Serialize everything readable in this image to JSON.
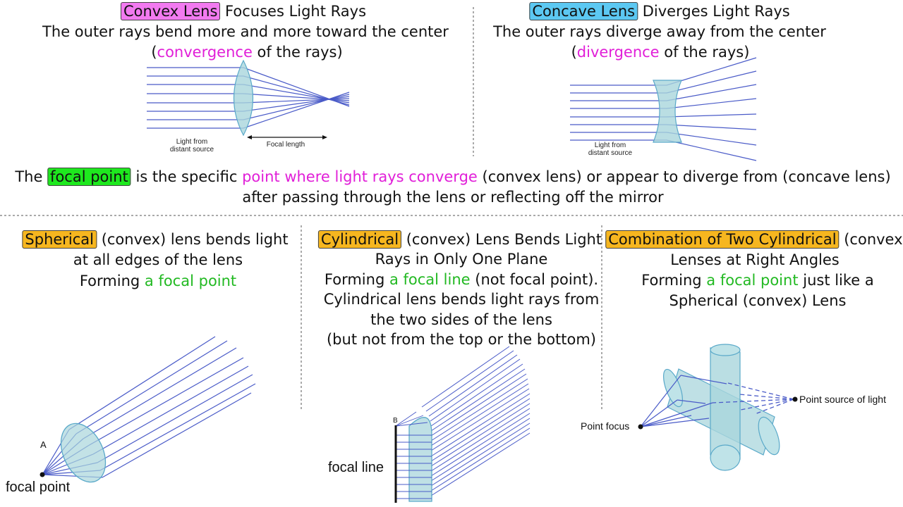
{
  "top_left": {
    "title_tag": "Convex Lens",
    "title_rest": " Focuses Light Rays",
    "line2": "The outer rays bend more and more toward the center",
    "line3_open": "(",
    "line3_hl": "convergence",
    "line3_rest": " of the rays)",
    "source_label_1": "Light from",
    "source_label_2": "distant source",
    "focal_length_label": "Focal length"
  },
  "top_right": {
    "title_tag": "Concave Lens",
    "title_rest": " Diverges Light Rays",
    "line2": "The outer rays diverge away from the center",
    "line3_open": "(",
    "line3_hl": "divergence",
    "line3_rest": " of the rays)",
    "source_label_1": "Light from",
    "source_label_2": "distant source"
  },
  "definition": {
    "pre": "The ",
    "tag": "focal point",
    "mid": " is the specific ",
    "hl": "point where light rays converge",
    "post": " (convex lens) or appear to diverge from (concave lens)",
    "line2": "after passing through the lens or reflecting off the mirror"
  },
  "bottom_left": {
    "tag": "Spherical",
    "rest": " (convex) lens bends light",
    "line2": "at all edges of the lens",
    "line3_pre": "Forming ",
    "line3_hl": "a focal point",
    "point_label": "A",
    "focal_label": "focal point"
  },
  "bottom_mid": {
    "tag": "Cylindrical",
    "rest": " (convex) Lens Bends Light",
    "line2": "Rays in Only One Plane",
    "line3_pre": "Forming ",
    "line3_hl": "a focal line",
    "line3_post": " (not focal point).",
    "line4": "Cylindrical lens bends light rays from",
    "line5": "the two sides of the lens",
    "line6": "(but not from the top or the bottom)",
    "point_label": "B",
    "focal_label": "focal line"
  },
  "bottom_right": {
    "tag": "Combination of Two Cylindrical",
    "rest": " (convex)",
    "line2": "Lenses at Right Angles",
    "line3_pre": "Forming ",
    "line3_hl": "a focal point",
    "line3_post": " just like a",
    "line4": "Spherical (convex) Lens",
    "source_label": "Point source of light",
    "focus_label": "Point focus"
  },
  "colors": {
    "pink_tag": "#f27af0",
    "blue_tag": "#5cc8f2",
    "green_tag": "#1ee81e",
    "orange_tag": "#f6b61f",
    "magenta_text": "#e11fd8",
    "green_text": "#22b922",
    "ray": "#4a5bc8",
    "lens_fill": "#a9d6dc"
  }
}
